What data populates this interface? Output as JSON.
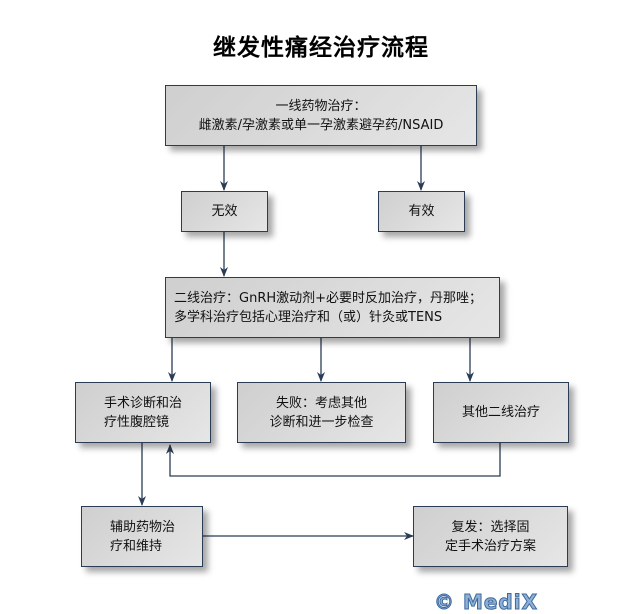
{
  "title": "继发性痛经治疗流程",
  "nodes": {
    "first_line": {
      "line1": "一线药物治疗：",
      "line2": "雌激素/孕激素或单一孕激素避孕药/NSAID"
    },
    "ineffective": {
      "label": "无效"
    },
    "effective": {
      "label": "有效"
    },
    "second_line": {
      "line1": "二线治疗：GnRH激动剂+必要时反加治疗，丹那唑；",
      "line2": "多学科治疗包括心理治疗和（或）针灸或TENS"
    },
    "surgery": {
      "line1": "手术诊断和治",
      "line2": "疗性腹腔镜"
    },
    "failure": {
      "line1": "失败：考虑其他",
      "line2": "诊断和进一步检查"
    },
    "other_second_line": {
      "label": "其他二线治疗"
    },
    "adjuvant": {
      "line1": "辅助药物治",
      "line2": "疗和维持"
    },
    "recurrence": {
      "line1": "复发：选择固",
      "line2": "定手术治疗方案"
    }
  },
  "edges": [
    {
      "from": "first_line",
      "to": "ineffective"
    },
    {
      "from": "first_line",
      "to": "effective"
    },
    {
      "from": "ineffective",
      "to": "second_line"
    },
    {
      "from": "second_line",
      "to": "surgery"
    },
    {
      "from": "second_line",
      "to": "failure"
    },
    {
      "from": "second_line",
      "to": "other_second_line"
    },
    {
      "from": "other_second_line",
      "to": "surgery"
    },
    {
      "from": "surgery",
      "to": "adjuvant"
    },
    {
      "from": "adjuvant",
      "to": "recurrence"
    }
  ],
  "colors": {
    "line": "#2b3d55",
    "box_border": "#2b3d55",
    "box_fill_start": "#cfcfcf",
    "box_fill_end": "#e6e6e6"
  },
  "watermark": "© MediX"
}
